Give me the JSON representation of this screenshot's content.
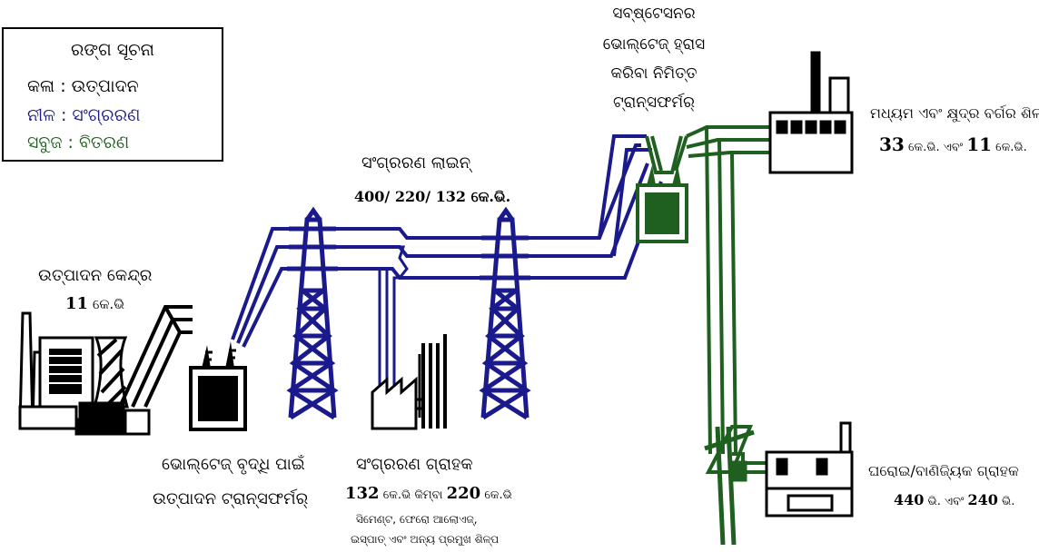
{
  "colors": {
    "generation": "#000000",
    "transmission": "#1a1a8c",
    "distribution": "#1f5f1f"
  },
  "legend": {
    "title": "ରଙ୍ଗ ସୂଚନା",
    "items": [
      {
        "text": "କଳା : ଉତ୍ପାଦନ",
        "color": "#000000"
      },
      {
        "text": "ନୀଳ : ସଂଗ୍ରରଣ",
        "color": "#1a1a8c"
      },
      {
        "text": "ସବୁଜ : ବିତରଣ",
        "color": "#1f5f1f"
      }
    ]
  },
  "labels": {
    "generation_station": "ଉତ୍ପାଦନ କେନ୍ଦ୍ର",
    "generation_voltage_num": "11",
    "generation_voltage_unit": " କେ.ଭି",
    "step_up_line1": "ଭୋଲ୍ଟେଜ୍ ବୃଦ୍ଧି ପାଇଁ",
    "step_up_line2": "ଉତ୍ପାଦନ ଟ୍ରାନ୍ସଫର୍ମର୍",
    "transmission_line": "ସଂଗ୍ରରଣ ଲାଇନ୍",
    "transmission_voltage": "400/ 220/ 132 କେ.ଭି.",
    "transmission_customer": "ସଂଗ୍ରରଣ ଗ୍ରାହକ",
    "tc_v1": "132",
    "tc_mid": " କେ.ଭି କିମ୍ବା ",
    "tc_v2": "220",
    "tc_unit": " କେ.ଭି",
    "tc_desc1": "ସିମେଣ୍ଟ, ଫେରୋ ଆଲୋଏଜ୍,",
    "tc_desc2": "ଇସ୍ପାତ୍ ଏବଂ ଅନ୍ୟ ପ୍ରମୁଖ ଶିଳ୍ପ",
    "substation_line1": "ସବ୍‌ଷ୍ଟେସନର",
    "substation_line2": "ଭୋଲ୍ଟେଜ୍ ହ୍ରାସ",
    "substation_line3": "କରିବା ନିମିତ୍ତ",
    "substation_line4": "ଟ୍ରାନ୍ସଫର୍ମର୍",
    "industry": "ମଧ୍ୟମ ଏବଂ କ୍ଷୁଦ୍ର ବର୍ଗର ଶିଳ୍ପ",
    "ind_v1": "33",
    "ind_mid": " କେ.ଭି. ଏବଂ ",
    "ind_v2": "11",
    "ind_unit": " କେ.ଭି.",
    "domestic": "ଘରୋଇ/ବାଣିଜ୍ୟିକ ଗ୍ରାହକ",
    "dom_v1": "440",
    "dom_mid": " ଭି. ଏବଂ ",
    "dom_v2": "240",
    "dom_unit": " ଭି."
  }
}
